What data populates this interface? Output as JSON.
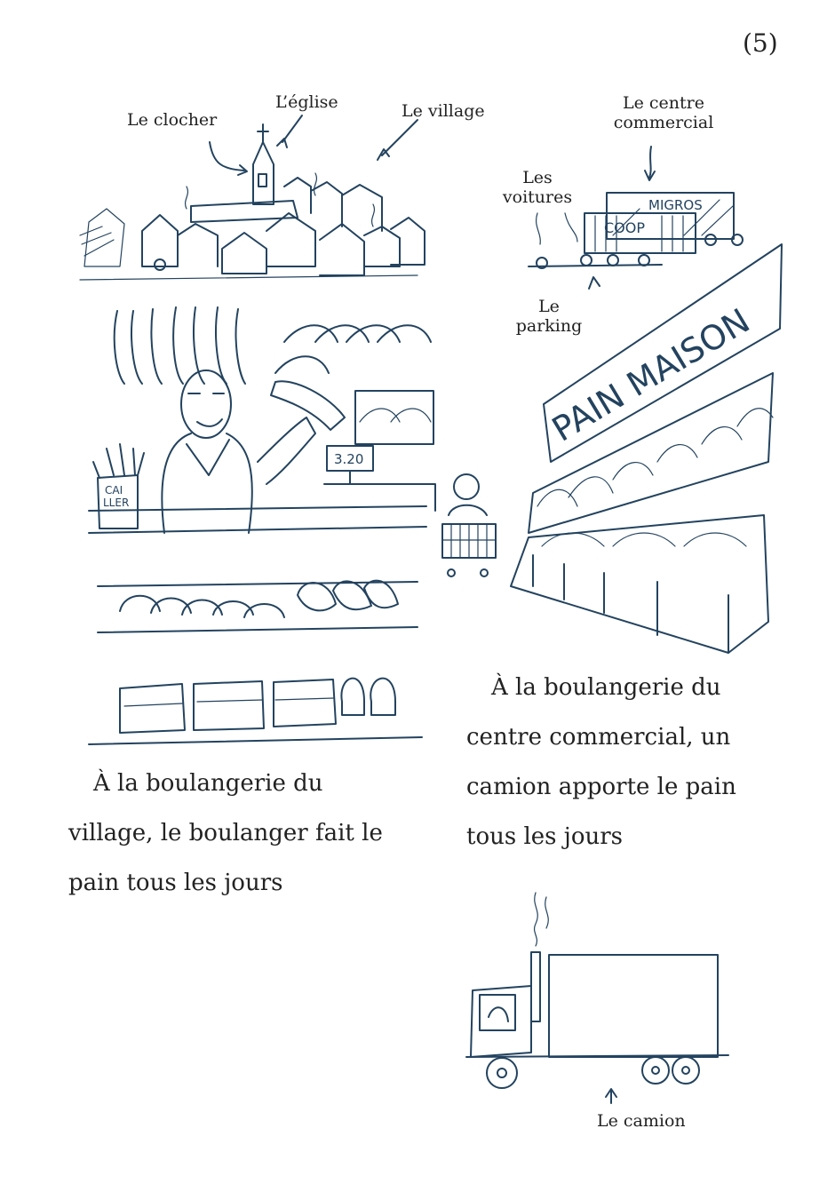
{
  "page_number": "(5)",
  "labels": {
    "clocher": "Le clocher",
    "eglise": "L’église",
    "village": "Le village",
    "centre_commercial_1": "Le centre",
    "centre_commercial_2": "commercial",
    "voitures_1": "Les",
    "voitures_2": "voitures",
    "parking_1": "Le",
    "parking_2": "parking",
    "camion": "Le camion"
  },
  "illustration_text": {
    "price": "3.20",
    "cailler_1": "CAI",
    "cailler_2": "LLER",
    "migros": "MIGROS",
    "coop": "COOP",
    "pain_maison": "PAIN MAISON"
  },
  "text_village": [
    "À la boulangerie du",
    "village, le boulanger fait le",
    "pain tous les jours"
  ],
  "text_centre": [
    "À la boulangerie du",
    "centre commercial, un",
    "camion apporte le pain",
    "tous les jours"
  ],
  "colors": {
    "ink": "#23435f",
    "text": "#222222"
  }
}
